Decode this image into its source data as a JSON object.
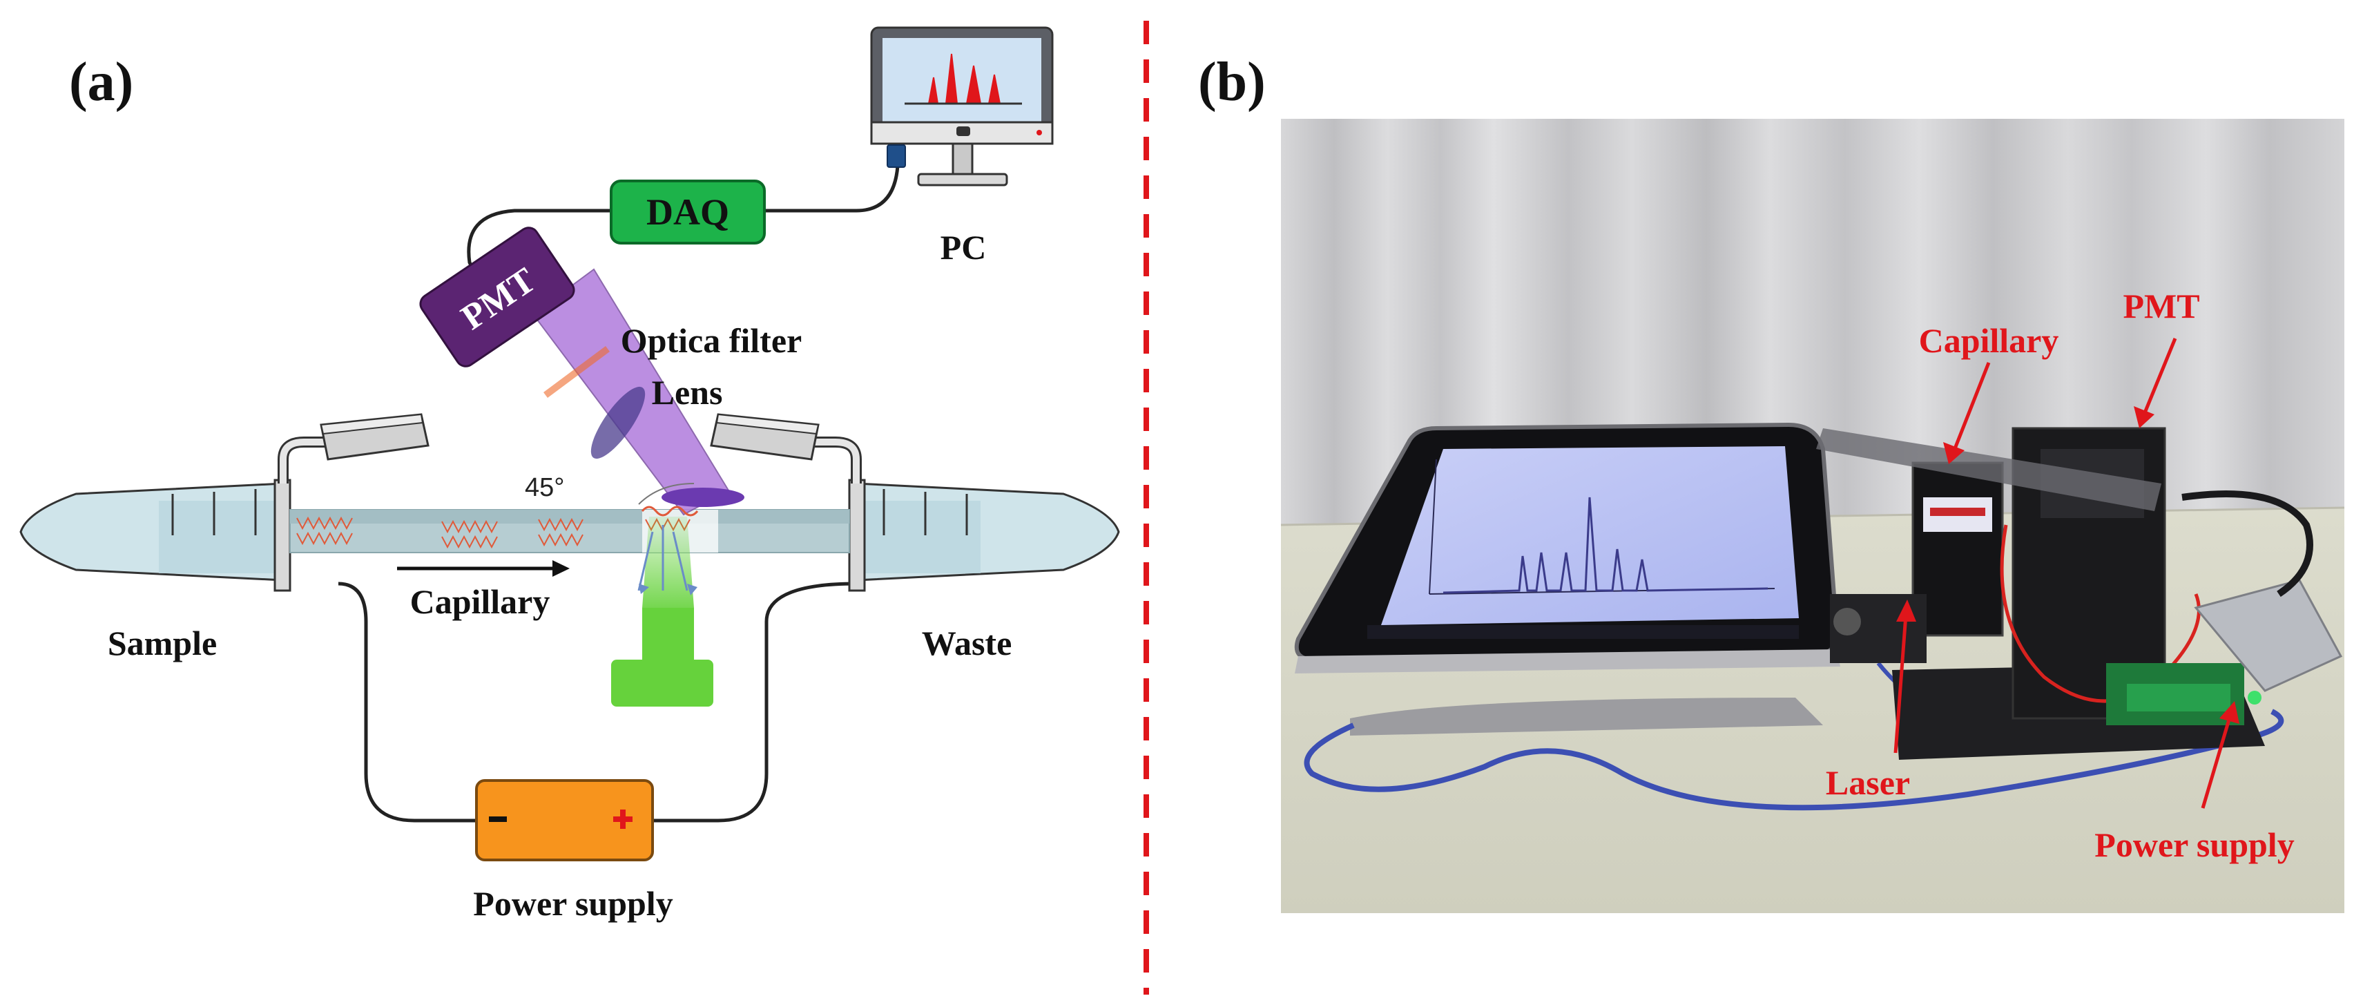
{
  "panel_a": {
    "label": "(a)",
    "labels": {
      "daq": "DAQ",
      "pc": "PC",
      "pmt": "PMT",
      "filter": "Optica filter",
      "lens": "Lens",
      "angle": "45°",
      "capillary": "Capillary",
      "sample": "Sample",
      "waste": "Waste",
      "power": "Power supply",
      "minus": "−",
      "plus": "+"
    },
    "colors": {
      "daq": "#1db34a",
      "pmt": "#5b2472",
      "pmt_beam": "#b07bdc",
      "laser": "#66d23c",
      "power": "#f7941d",
      "reservoir": "#cfe4ea",
      "capillary": "#b6cdd2"
    }
  },
  "panel_b": {
    "label": "(b)",
    "labels": {
      "capillary": "Capillary",
      "pmt": "PMT",
      "laser": "Laser",
      "power": "Power supply"
    }
  },
  "divider_color": "#e0161b"
}
